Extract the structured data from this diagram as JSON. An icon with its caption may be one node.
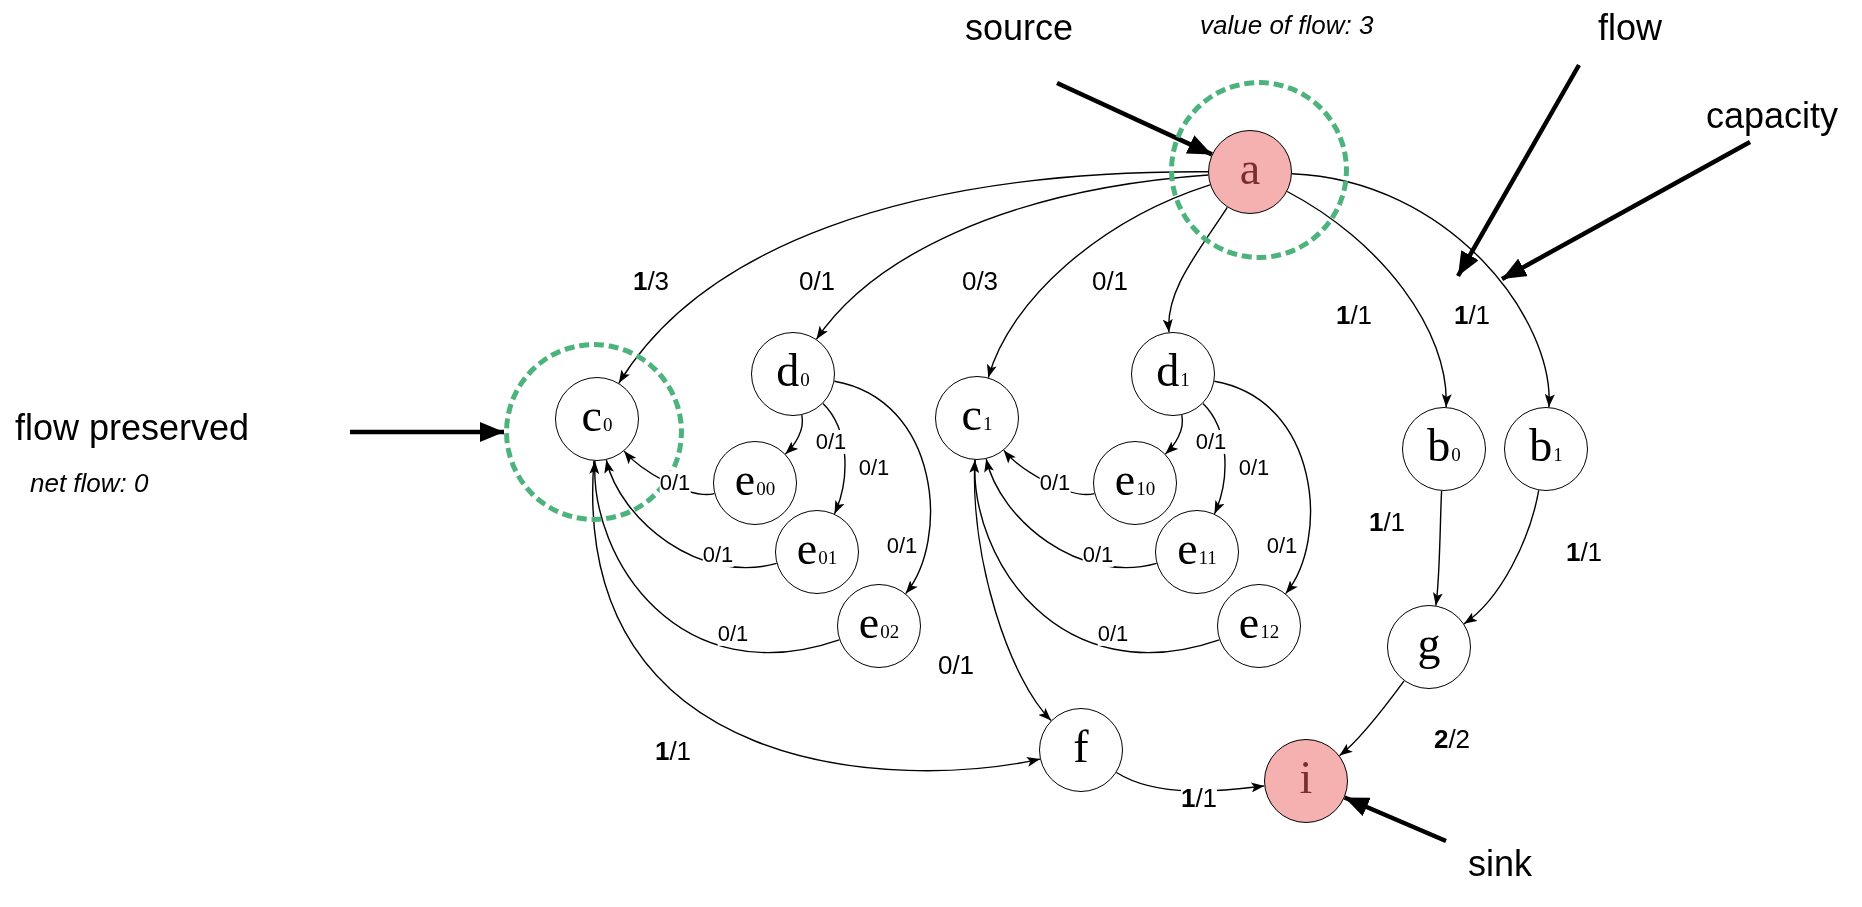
{
  "diagram": {
    "nodes": [
      {
        "text": [
          "source"
        ]
      },
      {
        "text": [
          "flow"
        ]
      },
      {
        "text": [
          "capacity"
        ]
      },
      {
        "text": [],
        "shape": "circle"
      },
      {
        "text": [
          "a"
        ],
        "in": 3
      },
      {
        "text": [
          "flow preserved"
        ]
      },
      {
        "text": [],
        "shape": "circle"
      },
      {
        "text": [
          "c$_{0}$"
        ],
        "in": 6
      },
      {
        "text": [
          "d$_{0}$"
        ]
      },
      {
        "text": [
          "c$_{1}$"
        ]
      },
      {
        "text": [
          "d$_{1}$"
        ]
      },
      {
        "text": [
          "b$_{0}$"
        ]
      },
      {
        "text": [
          "b$_{1}$"
        ]
      },
      {
        "text": [
          "e$_{00}$"
        ]
      },
      {
        "text": [
          "e$_{10}$"
        ]
      },
      {
        "text": [
          "e$_{01}$"
        ]
      },
      {
        "text": [
          "e$_{11}$"
        ]
      },
      {
        "text": [
          "e$_{02}$"
        ]
      },
      {
        "text": [
          "e$_{12}$"
        ]
      },
      {
        "text": [
          "g"
        ]
      },
      {
        "text": [
          "f"
        ]
      },
      {
        "text": [
          "i"
        ]
      },
      {
        "text": [
          "sink"
        ]
      }
    ],
    "edges": [
      {
        "from": 4,
        "to": 7,
        "arrow": "to",
        "label": "**1**/3"
      },
      {
        "from": 4,
        "to": 8,
        "arrow": "to",
        "label": "0/1"
      },
      {
        "from": 4,
        "to": 9,
        "arrow": "to",
        "label": "0/3"
      },
      {
        "from": 4,
        "to": 10,
        "arrow": "to",
        "label": "0/1"
      },
      {
        "from": 4,
        "to": 11,
        "arrow": "to",
        "label": "**1**/1"
      },
      {
        "from": 4,
        "to": 12,
        "arrow": "to",
        "label": "**1**/1"
      },
      {
        "from": 8,
        "to": 13,
        "arrow": "to",
        "label": "0/1"
      },
      {
        "from": 8,
        "to": 15,
        "arrow": "to",
        "label": "0/1"
      },
      {
        "from": 8,
        "to": 17,
        "arrow": "to",
        "label": "0/1"
      },
      {
        "from": 13,
        "to": 7,
        "arrow": "to",
        "label": "0/1"
      },
      {
        "from": 15,
        "to": 7,
        "arrow": "to",
        "label": "0/1"
      },
      {
        "from": 17,
        "to": 7,
        "arrow": "to",
        "label": "0/1"
      },
      {
        "from": 10,
        "to": 14,
        "arrow": "to",
        "label": "0/1"
      },
      {
        "from": 10,
        "to": 16,
        "arrow": "to",
        "label": "0/1"
      },
      {
        "from": 10,
        "to": 18,
        "arrow": "to",
        "label": "0/1"
      },
      {
        "from": 14,
        "to": 9,
        "arrow": "to",
        "label": "0/1"
      },
      {
        "from": 16,
        "to": 9,
        "arrow": "to",
        "label": "0/1"
      },
      {
        "from": 18,
        "to": 9,
        "arrow": "to",
        "label": "0/1"
      },
      {
        "from": 7,
        "to": 20,
        "arrow": "to",
        "label": "**1**/1"
      },
      {
        "from": 9,
        "to": 20,
        "arrow": "to",
        "label": "0/1"
      },
      {
        "from": 20,
        "to": 21,
        "arrow": "to",
        "label": "**1**/1"
      },
      {
        "from": 11,
        "to": 19,
        "arrow": "to",
        "label": "**1**/1"
      },
      {
        "from": 12,
        "to": 19,
        "arrow": "to",
        "label": "**1**/1"
      },
      {
        "from": 19,
        "to": 21,
        "arrow": "to",
        "label": "**2**/2"
      },
      {
        "from": 0,
        "to": 4,
        "arrow": "to",
        "style": "thick"
      },
      {
        "from": 1,
        "to": null,
        "arrow": "to",
        "style": "thick"
      },
      {
        "from": 2,
        "to": null,
        "arrow": "to",
        "style": "thick"
      },
      {
        "from": 5,
        "to": 6,
        "arrow": "to",
        "style": "thick"
      },
      {
        "from": 22,
        "to": 21,
        "arrow": "to",
        "style": "thick"
      }
    ],
    "labels": [
      "value of flow: 3",
      "net flow: 0"
    ]
  }
}
